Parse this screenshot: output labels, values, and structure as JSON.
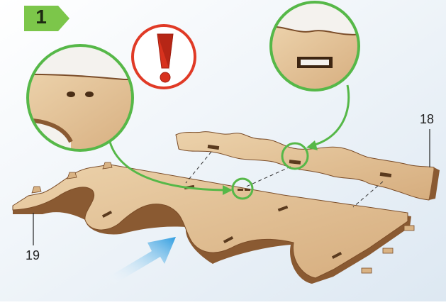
{
  "step": {
    "number": "1"
  },
  "parts": {
    "top_rail": "18",
    "base_plate": "19"
  },
  "colors": {
    "wood": "#e3c29a",
    "wood_edge": "#8a5a32",
    "callout_green": "#56b848",
    "step_green": "#7cc64a",
    "warning_red": "#e03a26",
    "arrow_blue": "#3aa8e6"
  },
  "icons": {
    "warning": "exclamation-icon",
    "insert_direction": "arrow-icon"
  }
}
